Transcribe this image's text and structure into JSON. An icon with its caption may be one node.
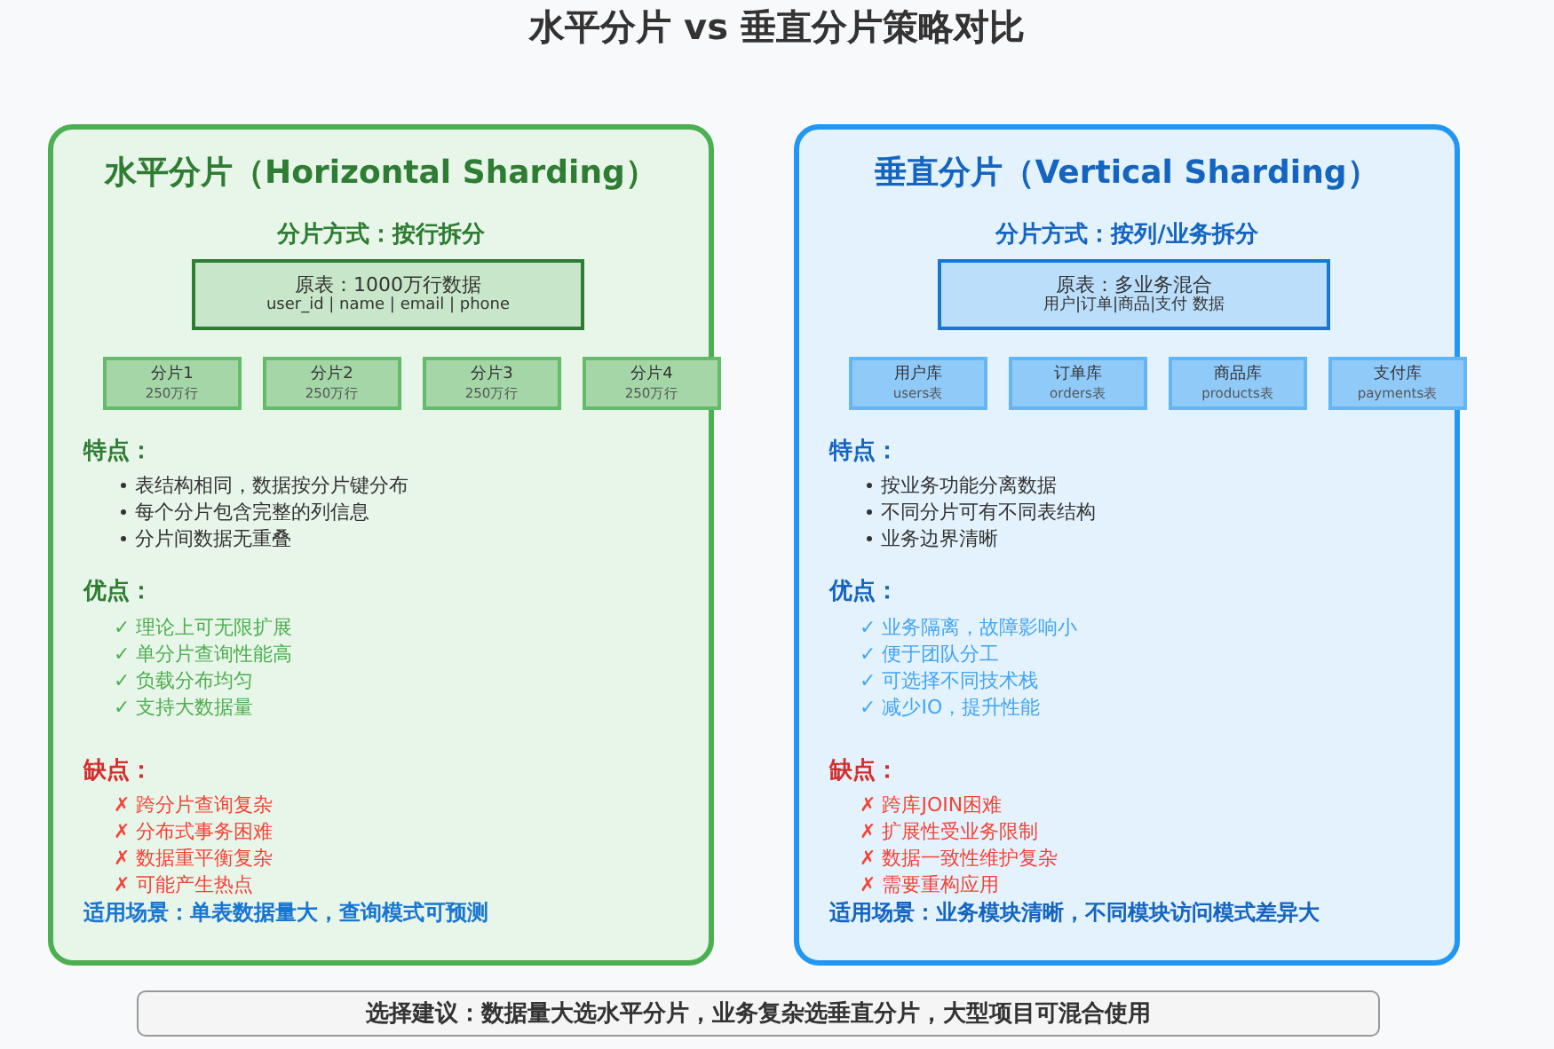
{
  "diagram": {
    "title": "水平分片 vs 垂直分片策略对比",
    "nodes": [
      {
        "text": [
          "水平分片（Horizontal Sharding）",
          "分片方式：按行拆分",
          "特点：",
          "表结构相同，数据按分片键分布",
          "每个分片包含完整的列信息",
          "分片间数据无重叠",
          "优点：",
          "✓ 理论上可无限扩展",
          "✓ 单分片查询性能高",
          "✓ 负载分布均匀",
          "✓ 支持大数据量",
          "缺点：",
          "✗ 跨分片查询复杂",
          "✗ 分布式事务困难",
          "✗ 数据重平衡复杂",
          "✗ 可能产生热点",
          "适用场景：单表数据量大，查询模式可预测"
        ]
      },
      {
        "text": [
          "原表：1000万行数据",
          "user_id | name | email | phone"
        ],
        "in": 0
      },
      {
        "text": [
          "分片1",
          "250万行"
        ],
        "in": 0
      },
      {
        "text": [
          "分片2",
          "250万行"
        ],
        "in": 0
      },
      {
        "text": [
          "分片3",
          "250万行"
        ],
        "in": 0
      },
      {
        "text": [
          "分片4",
          "250万行"
        ],
        "in": 0
      },
      {
        "text": [
          "垂直分片（Vertical Sharding）",
          "分片方式：按列/业务拆分",
          "特点：",
          "按业务功能分离数据",
          "不同分片可有不同表结构",
          "业务边界清晰",
          "优点：",
          "✓ 业务隔离，故障影响小",
          "✓ 便于团队分工",
          "✓ 可选择不同技术栈",
          "✓ 减少IO，提升性能",
          "缺点：",
          "✗ 跨库JOIN困难",
          "✗ 扩展性受业务限制",
          "✗ 数据一致性维护复杂",
          "✗ 需要重构应用",
          "适用场景：业务模块清晰，不同模块访问模式差异大"
        ]
      },
      {
        "text": [
          "原表：多业务混合",
          "用户|订单|商品|支付 数据"
        ],
        "in": 6
      },
      {
        "text": [
          "用户库",
          "users表"
        ],
        "in": 6
      },
      {
        "text": [
          "订单库",
          "orders表"
        ],
        "in": 6
      },
      {
        "text": [
          "商品库",
          "products表"
        ],
        "in": 6
      },
      {
        "text": [
          "支付库",
          "payments表"
        ],
        "in": 6
      },
      {
        "text": [
          "选择建议：数据量大选水平分片，业务复杂选垂直分片，大型项目可混合使用"
        ]
      }
    ]
  }
}
